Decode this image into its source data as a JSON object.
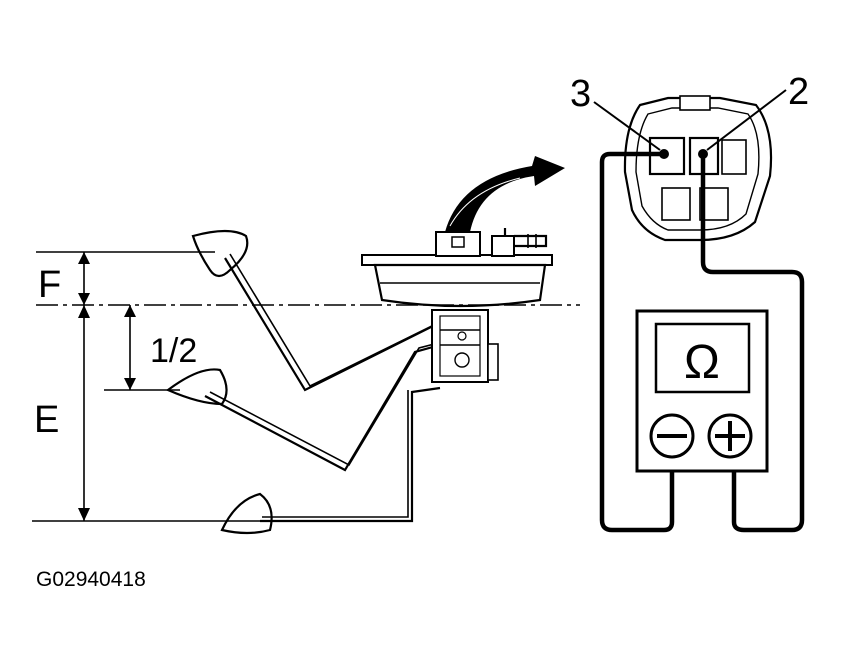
{
  "diagram": {
    "labels": {
      "full": "F",
      "empty": "E",
      "half": "1/2",
      "terminal_3": "3",
      "terminal_2": "2",
      "ohm_symbol": "Ω",
      "figure_code": "G02940418"
    }
  }
}
